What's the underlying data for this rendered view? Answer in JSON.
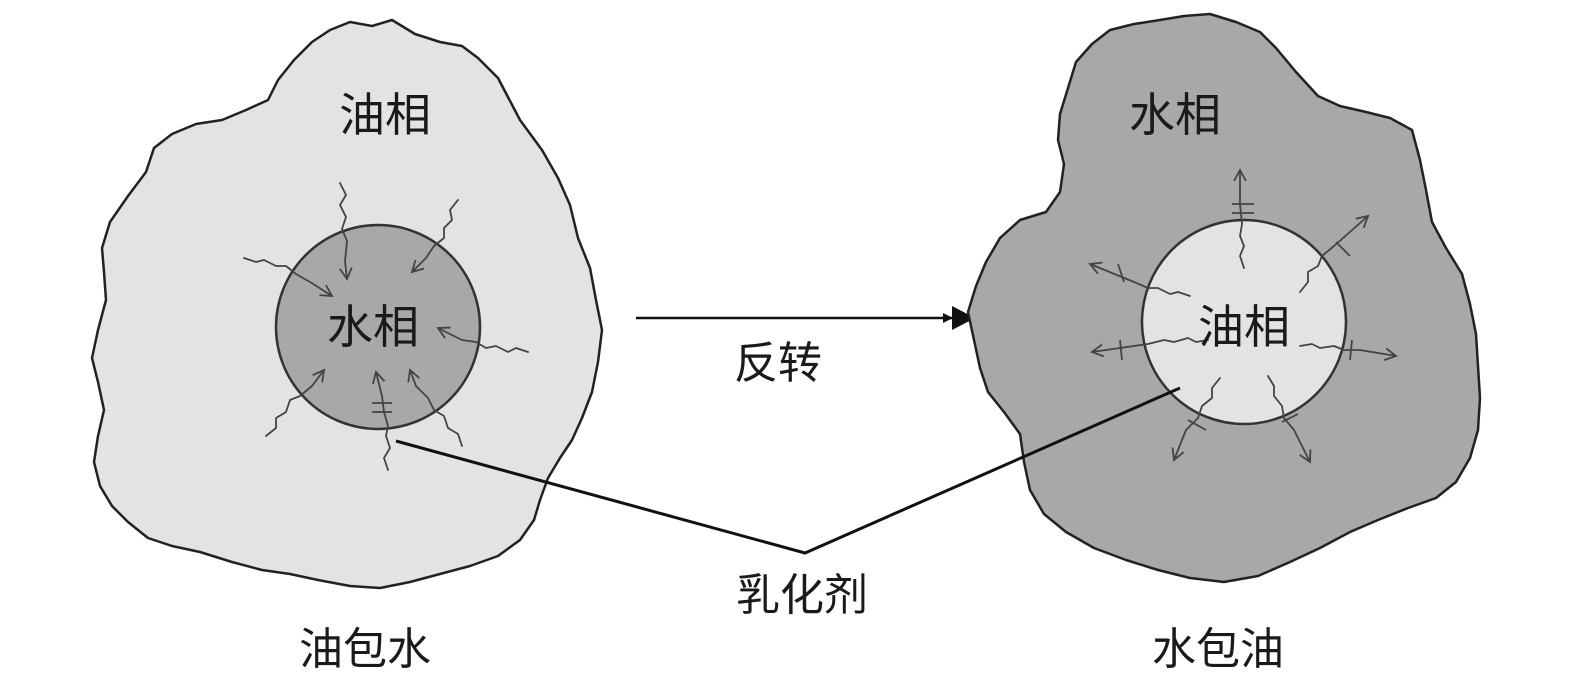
{
  "left": {
    "outer_label": "油相",
    "inner_label": "水相",
    "caption": "油包水"
  },
  "right": {
    "outer_label": "水相",
    "inner_label": "油相",
    "caption": "水包油"
  },
  "arrow_label": "反转",
  "emulsifier_label": "乳化剂",
  "colors": {
    "light_phase": "#e3e3e3",
    "dark_phase": "#a8a8a8",
    "outline": "#222222"
  }
}
